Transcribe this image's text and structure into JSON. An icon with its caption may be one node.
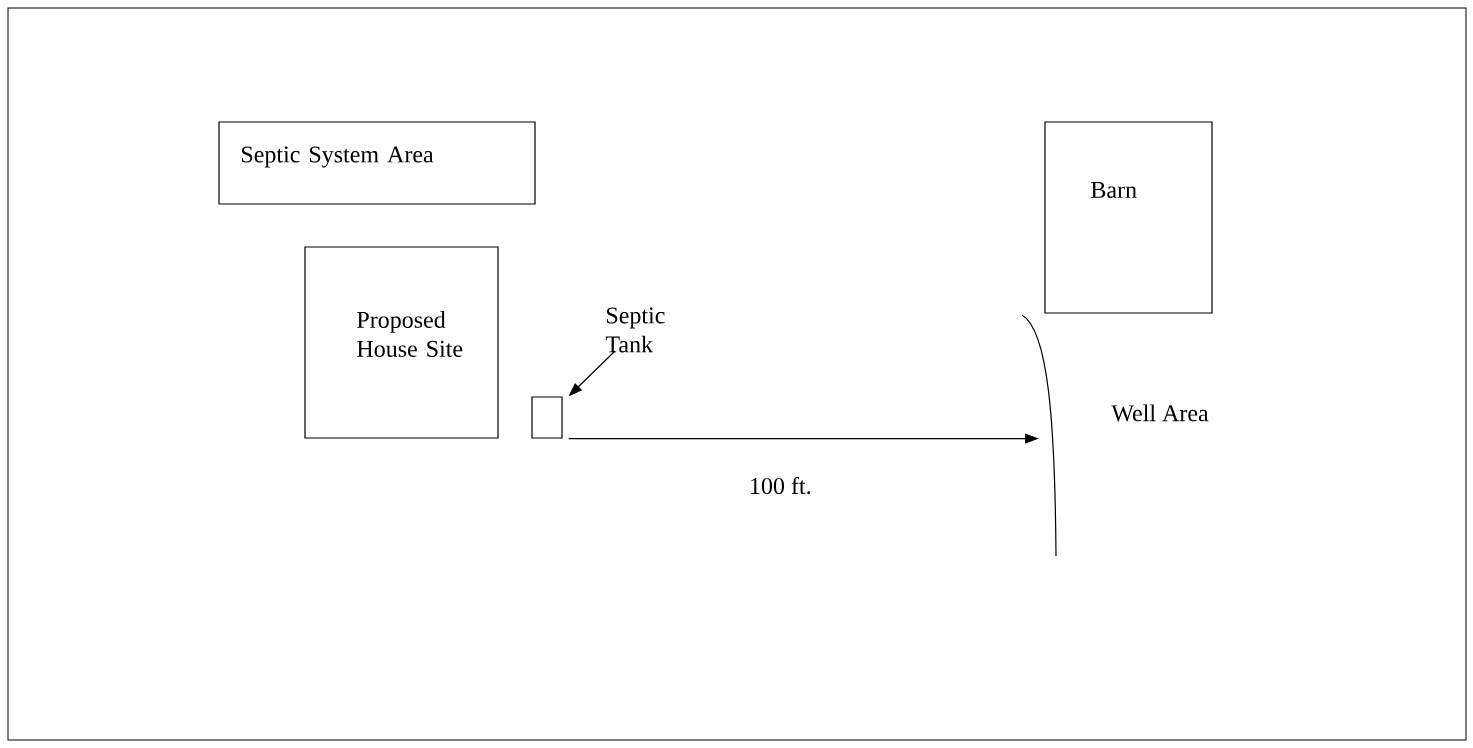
{
  "diagram": {
    "nodes": [
      {
        "text": [
          "Septic System Area"
        ]
      },
      {
        "text": [
          "Barn"
        ]
      },
      {
        "text": [
          "Proposed House Site"
        ]
      },
      {
        "text": [
          "Septic Tank"
        ]
      },
      {
        "text": [],
        "shape": "box"
      },
      {
        "text": [],
        "shape": "curve"
      }
    ],
    "edges": [
      {
        "from": 3,
        "to": 4,
        "arrow": "to"
      },
      {
        "from": 4,
        "to": 5,
        "arrow": "to",
        "label": "100 ft."
      }
    ],
    "labels": [
      "Well Area"
    ]
  }
}
